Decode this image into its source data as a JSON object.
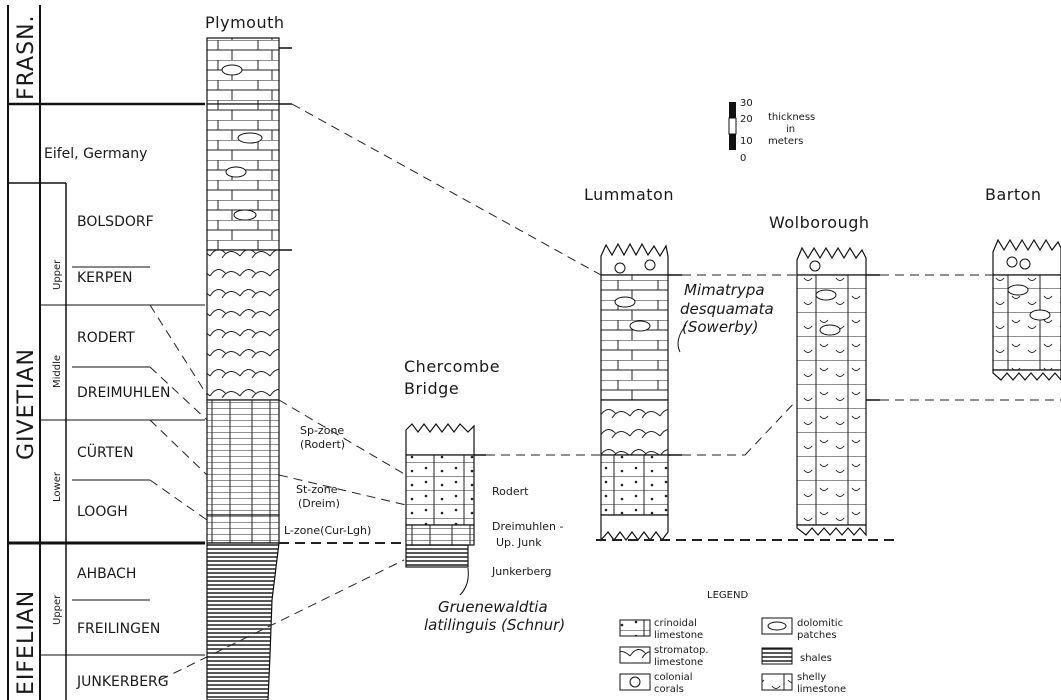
{
  "stages_major": {
    "frasn": "FRASN.",
    "givetian": "GIVETIAN",
    "eifelian": "EIFELIAN"
  },
  "substages": {
    "givetian_upper": "Upper",
    "givetian_middle": "Middle",
    "givetian_lower": "Lower",
    "eifelian_upper": "Upper"
  },
  "region_title": "Eifel, Germany",
  "formations": [
    "BOLSDORF",
    "KERPEN",
    "RODERT",
    "DREIMUHLEN",
    "CÜRTEN",
    "LOOGH",
    "AHBACH",
    "FREILINGEN",
    "JUNKERBERG"
  ],
  "localities": {
    "plymouth": "Plymouth",
    "chercombe_1": "Chercombe",
    "chercombe_2": "Bridge",
    "lummaton": "Lummaton",
    "wolborough": "Wolborough",
    "barton": "Barton"
  },
  "zones": {
    "sp_1": "Sp-zone",
    "sp_2": "(Rodert)",
    "st_1": "St-zone",
    "st_2": "(Dreim)",
    "l": "L-zone(Cur-Lgh)"
  },
  "chercombe_labels": {
    "rodert": "Rodert",
    "dreim_1": "Dreimuhlen -",
    "dreim_2": "Up. Junk",
    "junk": "Junkerberg"
  },
  "fossils": {
    "mim_1": "Mimatrypa",
    "mim_2": "desquamata",
    "mim_3": "(Sowerby)",
    "gru_1": "Gruenewaldtia",
    "gru_2": "latilinguis (Schnur)"
  },
  "scale": {
    "ticks": [
      "30",
      "20",
      "10",
      "0"
    ],
    "label_1": "thickness",
    "label_2": "in",
    "label_3": "meters"
  },
  "legend": {
    "title": "LEGEND",
    "items": [
      {
        "l1": "crinoidal",
        "l2": "limestone"
      },
      {
        "l1": "dolomitic",
        "l2": "patches"
      },
      {
        "l1": "stromatop.",
        "l2": "limestone"
      },
      {
        "l1": "shales",
        "l2": ""
      },
      {
        "l1": "colonial",
        "l2": "corals"
      },
      {
        "l1": "shelly",
        "l2": "limestone"
      }
    ]
  }
}
